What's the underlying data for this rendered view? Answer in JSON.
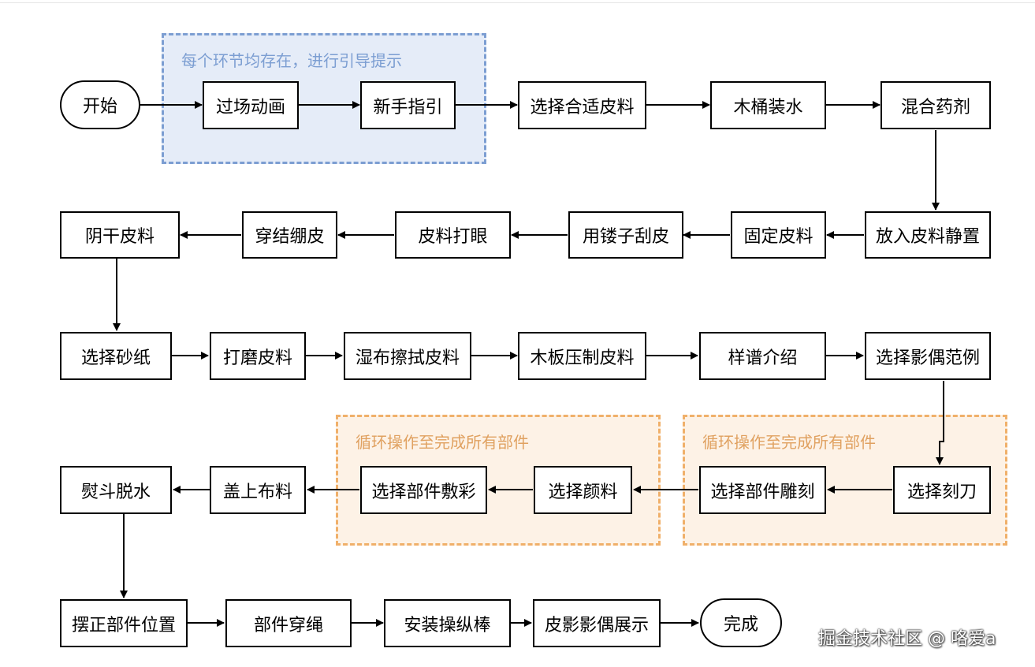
{
  "groups": {
    "intro": "每个环节均存在，进行引导提示",
    "loop_paint": "循环操作至完成所有部件",
    "loop_carve": "循环操作至完成所有部件"
  },
  "nodes": {
    "start": "开始",
    "cutscene": "过场动画",
    "tutorial": "新手指引",
    "choose_leather": "选择合适皮料",
    "barrel_water": "木桶装水",
    "mix_reagent": "混合药剂",
    "soak_leather": "放入皮料静置",
    "fix_leather": "固定皮料",
    "scrape_leather": "用镂子刮皮",
    "punch_leather": "皮料打眼",
    "bind_leather": "穿结绷皮",
    "dry_leather": "阴干皮料",
    "choose_sandpaper": "选择砂纸",
    "polish_leather": "打磨皮料",
    "wipe_leather": "湿布擦拭皮料",
    "press_leather": "木板压制皮料",
    "pattern_intro": "样谱介绍",
    "choose_example": "选择影偶范例",
    "choose_knife": "选择刻刀",
    "carve_part": "选择部件雕刻",
    "choose_paint": "选择颜料",
    "paint_part": "选择部件敷彩",
    "cover_cloth": "盖上布料",
    "iron_dry": "熨斗脱水",
    "arrange_parts": "摆正部件位置",
    "thread_parts": "部件穿绳",
    "install_rod": "安装操纵棒",
    "show_puppet": "皮影影偶展示",
    "finish": "完成"
  },
  "watermark": "掘金技术社区 @ 咯爱a"
}
